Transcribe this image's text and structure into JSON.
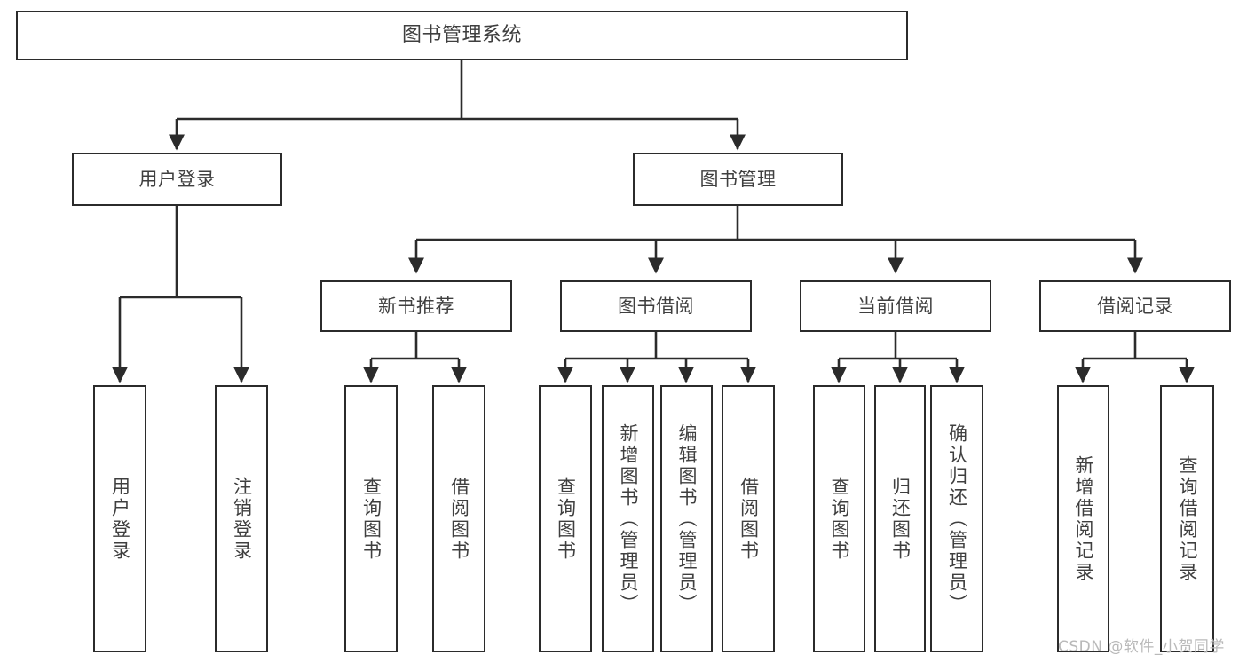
{
  "diagram": {
    "title": "图书管理系统",
    "type": "tree-hierarchy-chart",
    "colors": {
      "box_border": "#2b2b2b",
      "box_fill": "#ffffff",
      "text": "#3f3f3f",
      "edge": "#2b2b2b",
      "watermark": "#b9b9b9",
      "background": "#ffffff"
    },
    "root": {
      "label": "图书管理系统"
    },
    "level2": [
      {
        "label": "用户登录"
      },
      {
        "label": "图书管理"
      }
    ],
    "level3": [
      {
        "label": "新书推荐"
      },
      {
        "label": "图书借阅"
      },
      {
        "label": "当前借阅"
      },
      {
        "label": "借阅记录"
      }
    ],
    "leaves": {
      "user_login": [
        {
          "label": "用户登录"
        },
        {
          "label": "注销登录"
        }
      ],
      "new_book_recommend": [
        {
          "label": "查询图书"
        },
        {
          "label": "借阅图书"
        }
      ],
      "book_borrow": [
        {
          "label": "查询图书"
        },
        {
          "label": "新增图书（管理员）"
        },
        {
          "label": "编辑图书（管理员）"
        },
        {
          "label": "借阅图书"
        }
      ],
      "current_borrow": [
        {
          "label": "查询图书"
        },
        {
          "label": "归还图书"
        },
        {
          "label": "确认归还（管理员）"
        }
      ],
      "borrow_record": [
        {
          "label": "新增借阅记录"
        },
        {
          "label": "查询借阅记录"
        }
      ]
    },
    "watermark": "CSDN @软件_小贺同学"
  }
}
